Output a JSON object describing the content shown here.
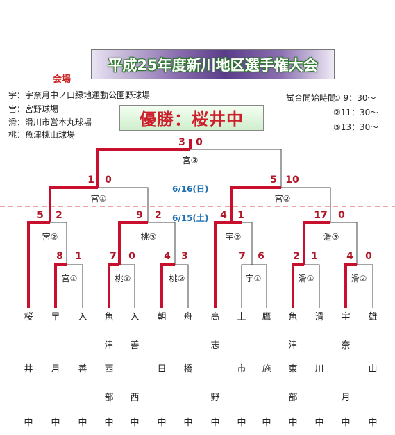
{
  "title": "平成25年度新川地区選手権大会",
  "winner": "優勝：桜井中",
  "venue_heading": "会場",
  "venues": [
    "宇：宇奈月中ノ口緑地運動公園野球場",
    "宮：宮野球場",
    "滑：滑川市営本丸球場",
    "桃：魚津桃山球場"
  ],
  "start_time_label": "試合開始時間",
  "start_times": [
    "① 9：30～",
    "②11：30～",
    "③13：30～"
  ],
  "dates": {
    "day2": "6/16(日)",
    "day1": "6/15(土)"
  },
  "games": {
    "r1_a": {
      "venue": "宮①",
      "scores": [
        "8",
        "1"
      ]
    },
    "r1_b": {
      "venue": "桃①",
      "scores": [
        "7",
        "0"
      ]
    },
    "r1_c": {
      "venue": "桃②",
      "scores": [
        "4",
        "3"
      ]
    },
    "r1_d": {
      "venue": "宇①",
      "scores": [
        "7",
        "6"
      ]
    },
    "r1_e": {
      "venue": "滑①",
      "scores": [
        "2",
        "1"
      ]
    },
    "r1_f": {
      "venue": "滑②",
      "scores": [
        "4",
        "0"
      ]
    },
    "qf_a": {
      "venue": "宮②",
      "scores": [
        "5",
        "2"
      ]
    },
    "qf_b": {
      "venue": "桃③",
      "scores": [
        "9",
        "2"
      ]
    },
    "qf_c": {
      "venue": "宇②",
      "scores": [
        "4",
        "1"
      ]
    },
    "qf_d": {
      "venue": "滑③",
      "scores": [
        "17",
        "0"
      ]
    },
    "sf_a": {
      "venue": "宮①",
      "scores": [
        "1",
        "0"
      ]
    },
    "sf_b": {
      "venue": "宮②",
      "scores": [
        "5",
        "10"
      ]
    },
    "final": {
      "venue": "宮③",
      "scores": [
        "3",
        "0"
      ]
    }
  },
  "teams": [
    {
      "name": "桜井中",
      "chars": [
        "桜",
        "",
        "井",
        "",
        "中"
      ]
    },
    {
      "name": "早月中",
      "chars": [
        "早",
        "",
        "月",
        "",
        "中"
      ]
    },
    {
      "name": "入善中",
      "chars": [
        "入",
        "",
        "善",
        "",
        "中"
      ]
    },
    {
      "name": "魚津西部中",
      "chars": [
        "魚",
        "津",
        "西",
        "部",
        "中"
      ]
    },
    {
      "name": "入善西中",
      "chars": [
        "入",
        "善",
        "",
        "西",
        "中"
      ]
    },
    {
      "name": "朝日中",
      "chars": [
        "朝",
        "",
        "日",
        "",
        "中"
      ]
    },
    {
      "name": "舟橋中",
      "chars": [
        "舟",
        "",
        "橋",
        "",
        "中"
      ]
    },
    {
      "name": "高志野中",
      "chars": [
        "高",
        "志",
        "",
        "野",
        "中"
      ]
    },
    {
      "name": "上市中",
      "chars": [
        "上",
        "",
        "市",
        "",
        "中"
      ]
    },
    {
      "name": "鷹施中",
      "chars": [
        "鷹",
        "",
        "施",
        "",
        "中"
      ]
    },
    {
      "name": "魚津東部中",
      "chars": [
        "魚",
        "津",
        "東",
        "部",
        "中"
      ]
    },
    {
      "name": "滑川中",
      "chars": [
        "滑",
        "",
        "川",
        "",
        "中"
      ]
    },
    {
      "name": "宇奈月中",
      "chars": [
        "宇",
        "奈",
        "",
        "月",
        "中"
      ]
    },
    {
      "name": "雄山中",
      "chars": [
        "雄",
        "",
        "山",
        "",
        "中"
      ]
    }
  ]
}
